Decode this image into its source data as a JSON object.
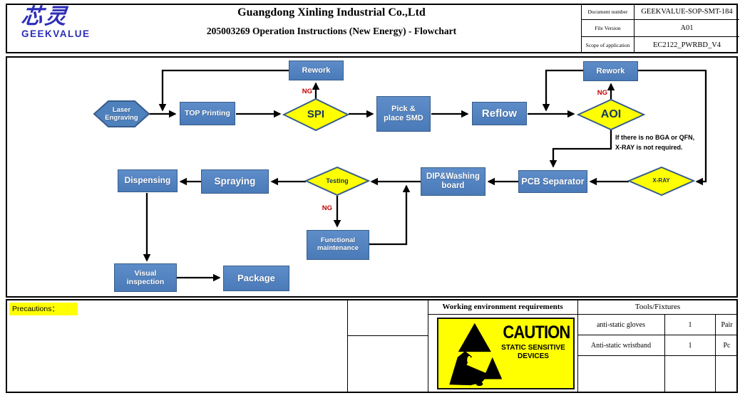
{
  "colors": {
    "accent_blue": "#4F81BD",
    "border_blue": "#385D8A",
    "diamond_yellow": "#FFFF00",
    "ng_red": "#C00000",
    "highlight_yellow": "#FFFF00",
    "logo_blue": "#2d2db8"
  },
  "header": {
    "logo_cn": "芯灵",
    "logo_brand": "GEEKVALUE",
    "title": "Guangdong Xinling Industrial Co.,Ltd",
    "subtitle": "205003269 Operation Instructions (New Energy) - Flowchart",
    "doc_table": {
      "rows": [
        {
          "label": "Document number",
          "value": "GEEKVALUE-SOP-SMT-184"
        },
        {
          "label": "File Version",
          "value": "A01"
        },
        {
          "label": "Scope of application",
          "value": "EC2122_PWRBD_V4"
        }
      ]
    }
  },
  "flow": {
    "nodes": {
      "rework1": "Rework",
      "laser": "Laser Engraving",
      "top_printing": "TOP Printing",
      "spi": "SPI",
      "pick_place": "Pick & place SMD",
      "reflow": "Reflow",
      "aoi": "AOI",
      "rework2": "Rework",
      "xray": "X-RAY",
      "pcb_separator": "PCB Separator",
      "dip_washing": "DIP&Washing board",
      "testing": "Testing",
      "spraying": "Spraying",
      "dispensing": "Dispensing",
      "functional": "Functional maintenance",
      "visual": "Visual inspection",
      "package": "Package"
    },
    "ng1": "NG",
    "ng2": "NG",
    "ng3": "NG",
    "note1": "If there is no BGA or QFN,",
    "note2": "X-RAY is not required."
  },
  "footer": {
    "precautions": "Precautions：",
    "env_header": "Working environment requirements",
    "caution": {
      "title": "CAUTION",
      "line1": "STATIC SENSITIVE",
      "line2": "DEVICES"
    },
    "tools": {
      "header": "Tools/Fixtures",
      "rows": [
        {
          "item": "anti-static gloves",
          "qty": "1",
          "unit": "Pair"
        },
        {
          "item": "Anti-static wristband",
          "qty": "1",
          "unit": "Pc"
        },
        {
          "item": "",
          "qty": "",
          "unit": ""
        }
      ]
    }
  }
}
